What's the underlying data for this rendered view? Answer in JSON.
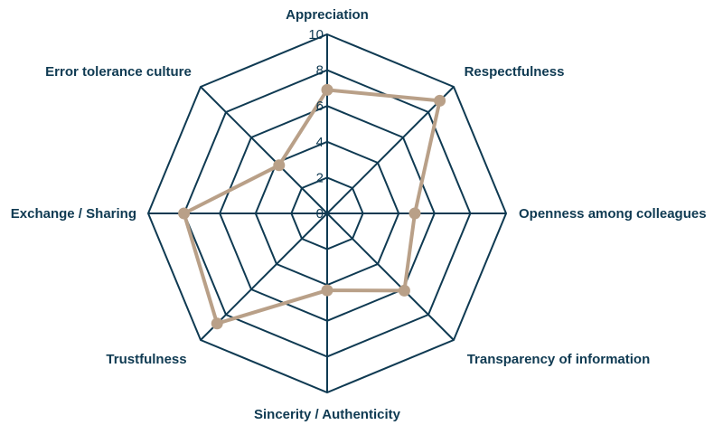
{
  "chart_data": {
    "type": "radar",
    "title": "",
    "axes": [
      "Appreciation",
      "Respectfulness",
      "Openness among colleagues",
      "Transparency of information",
      "Sincerity / Authenticity",
      "Trustfulness",
      "Exchange / Sharing",
      "Error tolerance culture"
    ],
    "rlim": [
      0,
      10
    ],
    "ticks": [
      "0",
      "2",
      "4",
      "6",
      "8",
      "10"
    ],
    "grid": true,
    "series": [
      {
        "values": [
          6.9,
          8.9,
          4.9,
          6.1,
          4.3,
          8.7,
          8.0,
          3.8
        ]
      }
    ],
    "colors": {
      "series": "#b9a088",
      "grid": "#0f3a52",
      "text": "#0f3a52"
    }
  }
}
